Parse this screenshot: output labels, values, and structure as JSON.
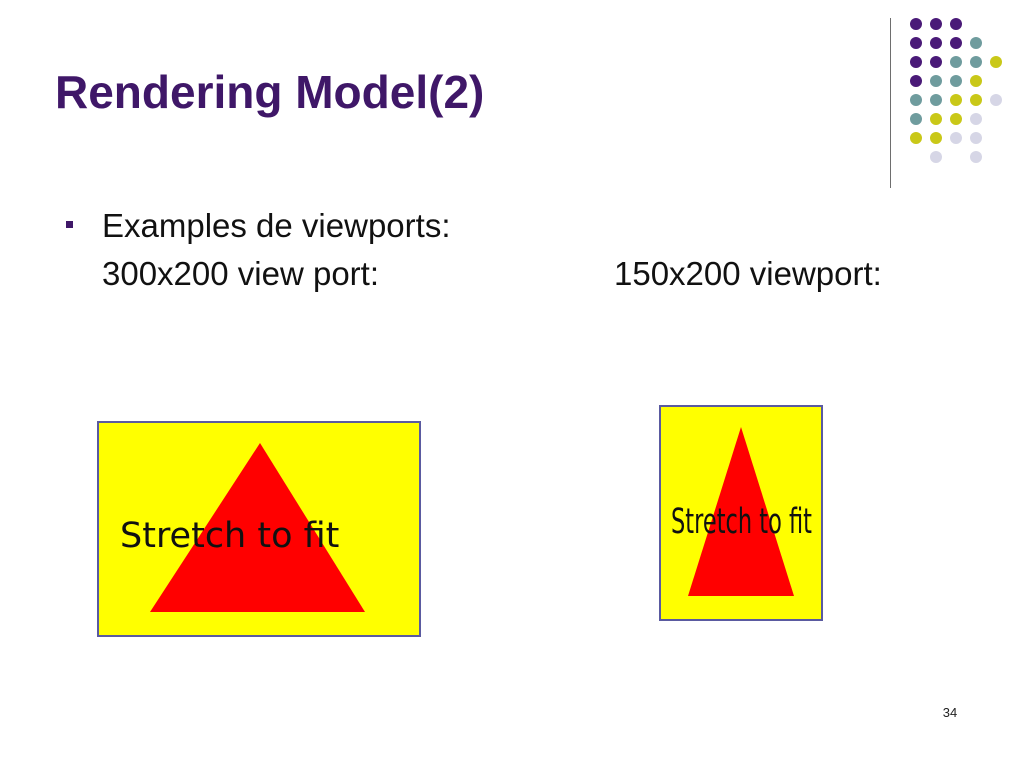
{
  "slide": {
    "title": "Rendering Model(2)",
    "bullet_text": "Examples de viewports:",
    "viewport1_label": "300x200 view port:",
    "viewport2_label": "150x200 viewport:",
    "page_number": "34"
  },
  "viewports": {
    "v1": {
      "text": "Stretch to fit"
    },
    "v2": {
      "text": "Stretch to fit"
    }
  },
  "colors": {
    "title": "#3f1768",
    "dot_purple": "#4a1a78",
    "dot_teal": "#6f9c9e",
    "dot_yellow": "#c9c818",
    "dot_lavender": "#d6d6e6",
    "viewport_bg": "#ffff00",
    "triangle": "#ff0000",
    "viewport_border": "#5a5aa0"
  }
}
